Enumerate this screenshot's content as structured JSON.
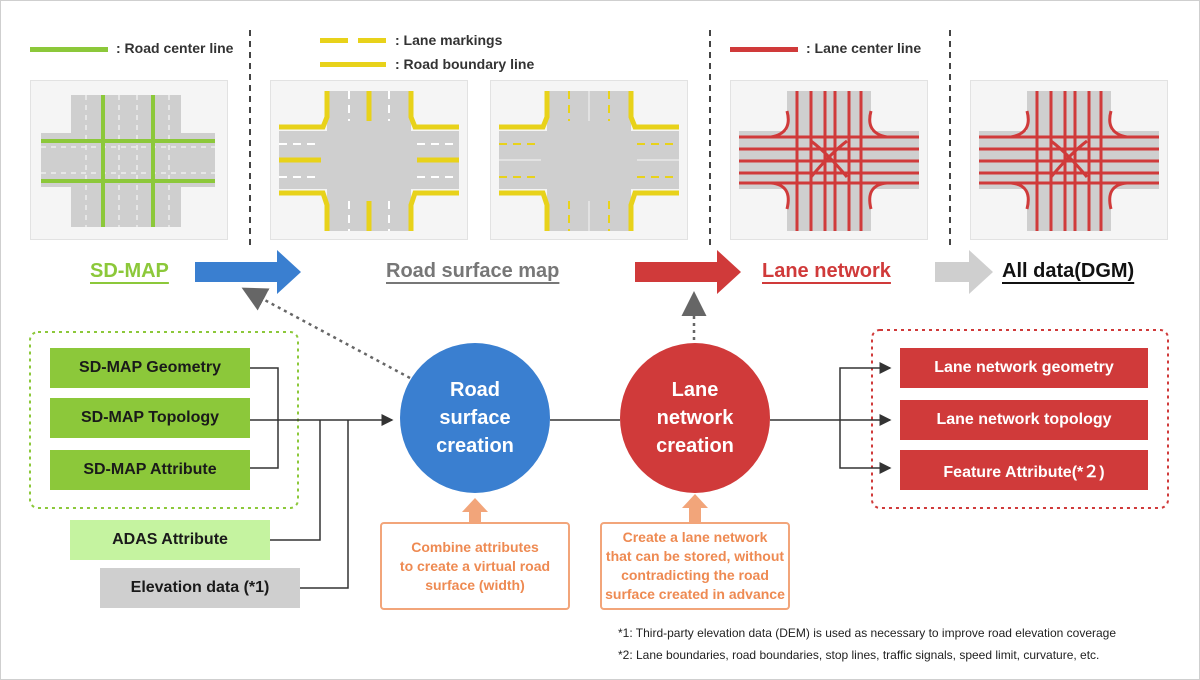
{
  "legend": {
    "road_center_line": ": Road center line",
    "lane_markings": ": Lane markings",
    "road_boundary_line": ": Road boundary line",
    "lane_center_line": ": Lane center line"
  },
  "stages": {
    "sd_map": "SD-MAP",
    "road_surface_map": "Road surface map",
    "lane_network": "Lane network",
    "all_data": "All data(DGM)"
  },
  "inputs": {
    "geometry": "SD-MAP Geometry",
    "topology": "SD-MAP Topology",
    "attribute": "SD-MAP Attribute",
    "adas": "ADAS Attribute",
    "elevation": "Elevation data (*1)"
  },
  "process": {
    "road_surface_creation": "Road\nsurface\ncreation",
    "lane_network_creation": "Lane\nnetwork\ncreation"
  },
  "notes": {
    "road_surface": "Combine attributes\nto create a virtual road\nsurface (width)",
    "lane_network": "Create a lane network\nthat can be stored, without\ncontradicting the road\nsurface created in advance"
  },
  "outputs": {
    "geometry": "Lane network geometry",
    "topology": "Lane network topology",
    "feature": "Feature Attribute(*２)"
  },
  "footnotes": {
    "f1": "*1: Third-party elevation data (DEM) is used as necessary to improve road elevation coverage",
    "f2": "*2: Lane boundaries, road boundaries, stop lines, traffic signals, speed limit, curvature, etc."
  },
  "colors": {
    "green": "#8cc83a",
    "blue": "#3a7fd0",
    "red": "#d03a3a",
    "gray": "#8a8a8a",
    "yellow": "#e8d21a",
    "orange": "#f2a57a"
  }
}
